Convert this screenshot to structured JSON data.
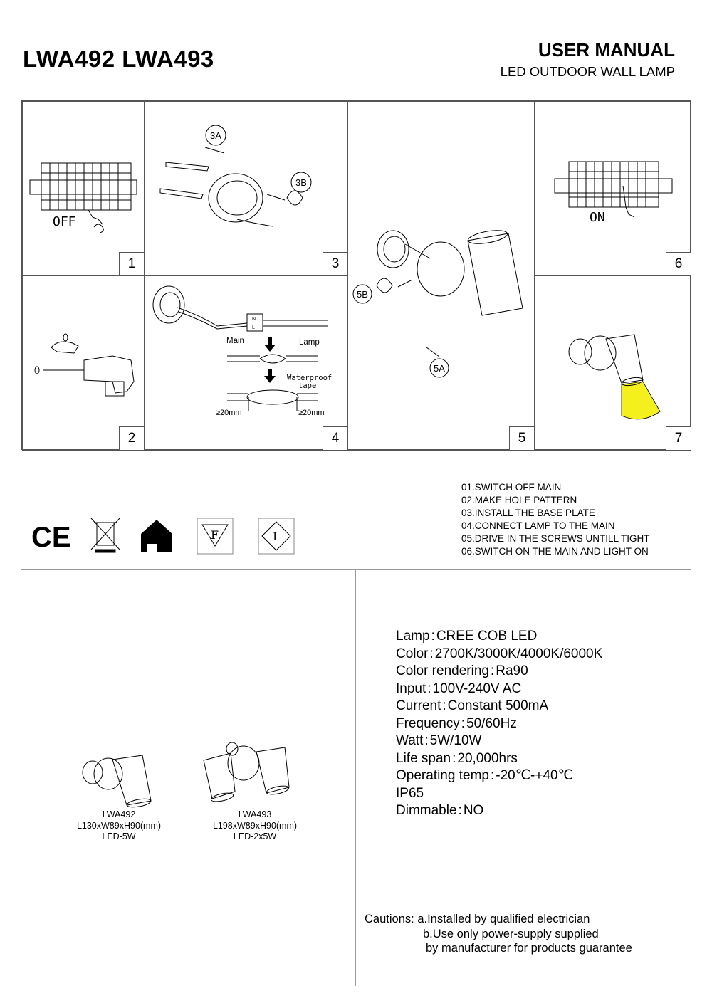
{
  "header": {
    "models": "LWA492 LWA493",
    "manual_title": "USER MANUAL",
    "subtitle": "LED OUTDOOR WALL LAMP"
  },
  "diagram": {
    "step_numbers": [
      "1",
      "2",
      "3",
      "4",
      "5",
      "6",
      "7"
    ],
    "labels": {
      "off": "OFF",
      "on": "ON",
      "step3a": "3A",
      "step3b": "3B",
      "step5a": "5A",
      "step5b": "5B",
      "main": "Main",
      "lamp": "Lamp",
      "waterproof_tape_1": "Waterproof",
      "waterproof_tape_2": "tape",
      "gap_left": "≥20mm",
      "gap_right": "≥20mm",
      "terminal_n": "N",
      "terminal_l": "L"
    },
    "light_color": "#f3f01e"
  },
  "instructions": [
    "01.SWITCH OFF MAIN",
    "02.MAKE HOLE PATTERN",
    "03.INSTALL THE BASE PLATE",
    "04.CONNECT LAMP TO THE MAIN",
    "05.DRIVE IN THE SCREWS UNTILL TIGHT",
    "06.SWITCH ON THE MAIN AND LIGHT ON"
  ],
  "certifications": {
    "ce": "CE",
    "f_mark": "F",
    "i_mark": "I",
    "icons": [
      "ce-mark-icon",
      "weee-bin-icon",
      "indoor-house-icon",
      "f-mark-icon",
      "class-i-icon"
    ]
  },
  "specs": [
    {
      "label": "Lamp",
      "value": "CREE COB LED"
    },
    {
      "label": "Color",
      "value": "2700K/3000K/4000K/6000K"
    },
    {
      "label": "Color rendering",
      "value": "Ra90"
    },
    {
      "label": "Input",
      "value": "100V-240V AC"
    },
    {
      "label": "Current",
      "value": "Constant 500mA"
    },
    {
      "label": "Frequency",
      "value": "50/60Hz"
    },
    {
      "label": "Watt",
      "value": "5W/10W"
    },
    {
      "label": "Life span",
      "value": "20,000hrs"
    },
    {
      "label": "Operating temp",
      "value": "-20℃-+40℃"
    },
    {
      "label": "IP65",
      "value": ""
    },
    {
      "label": "Dimmable",
      "value": "NO"
    }
  ],
  "products": [
    {
      "model": "LWA492",
      "dims": "L130xW89xH90(mm)",
      "power": "LED-5W"
    },
    {
      "model": "LWA493",
      "dims": "L198xW89xH90(mm)",
      "power": "LED-2x5W"
    }
  ],
  "cautions": {
    "prefix": "Cautions:",
    "line_a": "a.Installed by qualified electrician",
    "line_b": "b.Use only power-supply supplied",
    "line_c": "by manufacturer for products guarantee"
  }
}
